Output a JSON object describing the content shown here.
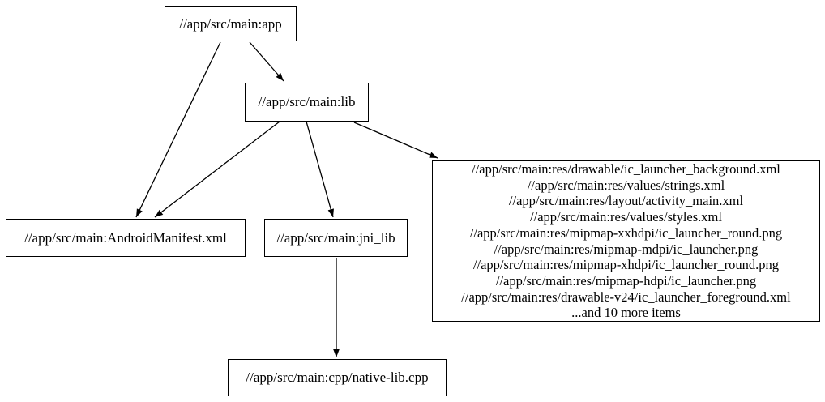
{
  "diagram": {
    "type": "dependency-graph",
    "background_color": "#ffffff",
    "node_fill_color": "#ffffff",
    "node_border_color": "#000000",
    "edge_color": "#000000",
    "nodes": {
      "app": {
        "label": "//app/src/main:app"
      },
      "lib": {
        "label": "//app/src/main:lib"
      },
      "android_manifest": {
        "label": "//app/src/main:AndroidManifest.xml"
      },
      "jni_lib": {
        "label": "//app/src/main:jni_lib"
      },
      "res_group": {
        "lines": [
          "//app/src/main:res/drawable/ic_launcher_background.xml",
          "//app/src/main:res/values/strings.xml",
          "//app/src/main:res/layout/activity_main.xml",
          "//app/src/main:res/values/styles.xml",
          "//app/src/main:res/mipmap-xxhdpi/ic_launcher_round.png",
          "//app/src/main:res/mipmap-mdpi/ic_launcher.png",
          "//app/src/main:res/mipmap-xhdpi/ic_launcher_round.png",
          "//app/src/main:res/mipmap-hdpi/ic_launcher.png",
          "//app/src/main:res/drawable-v24/ic_launcher_foreground.xml",
          "...and 10 more items"
        ]
      },
      "native_lib_cpp": {
        "label": "//app/src/main:cpp/native-lib.cpp"
      }
    },
    "edges": [
      {
        "from": "//app/src/main:app",
        "to": "//app/src/main:AndroidManifest.xml"
      },
      {
        "from": "//app/src/main:app",
        "to": "//app/src/main:lib"
      },
      {
        "from": "//app/src/main:lib",
        "to": "//app/src/main:AndroidManifest.xml"
      },
      {
        "from": "//app/src/main:lib",
        "to": "//app/src/main:jni_lib"
      },
      {
        "from": "//app/src/main:lib",
        "to": "res-group"
      },
      {
        "from": "//app/src/main:jni_lib",
        "to": "//app/src/main:cpp/native-lib.cpp"
      }
    ]
  }
}
